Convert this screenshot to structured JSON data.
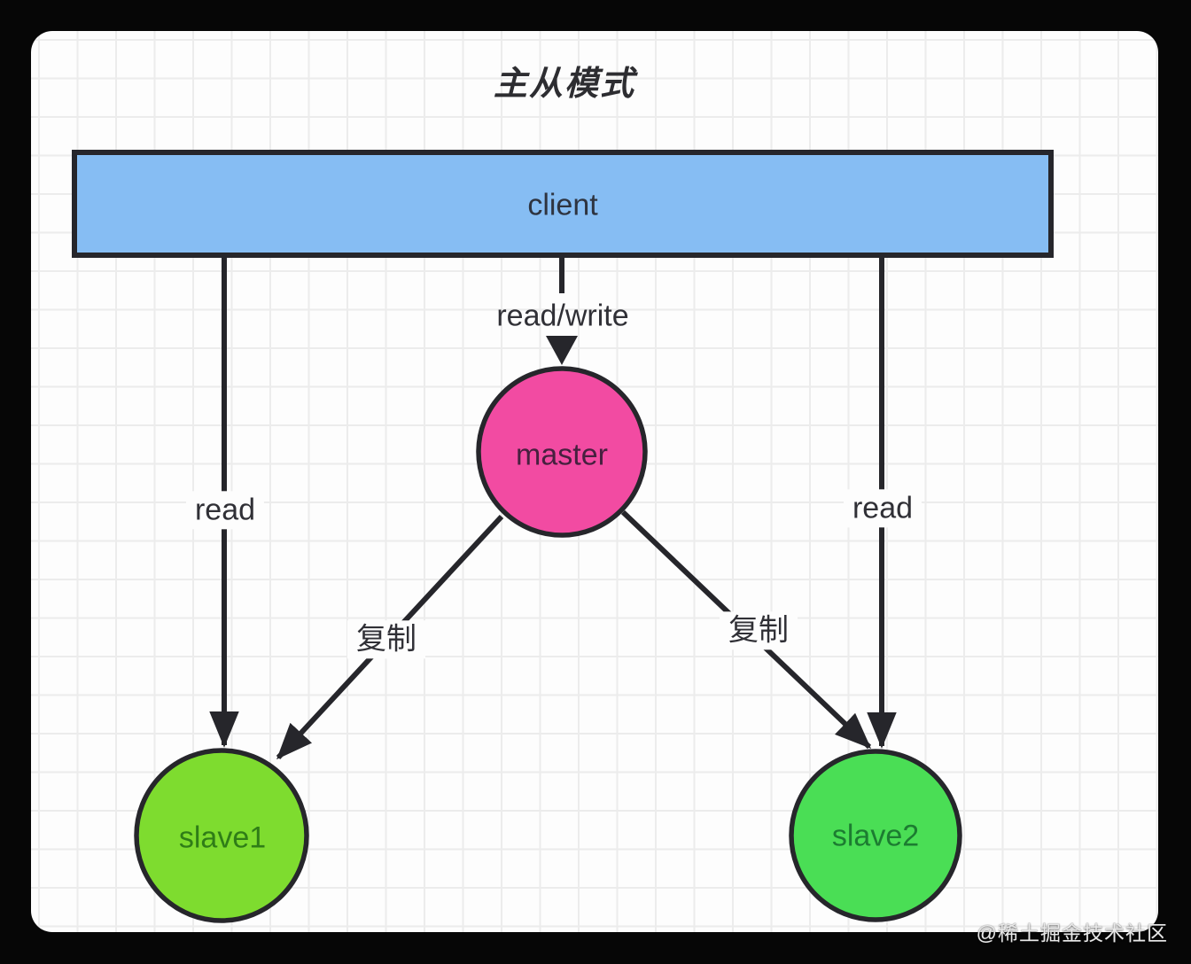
{
  "title": "主从模式",
  "watermark": "@稀土掘金技术社区",
  "nodes": {
    "client": {
      "label": "client"
    },
    "master": {
      "label": "master"
    },
    "slave1": {
      "label": "slave1"
    },
    "slave2": {
      "label": "slave2"
    }
  },
  "edges": {
    "client_master": {
      "label": "read/write"
    },
    "client_slave1": {
      "label": "read"
    },
    "client_slave2": {
      "label": "read"
    },
    "master_slave1": {
      "label": "复制"
    },
    "master_slave2": {
      "label": "复制"
    }
  },
  "colors": {
    "client_fill": "#86bdf3",
    "master_fill": "#f24ba2",
    "slave1_fill": "#7edc2f",
    "slave2_fill": "#4ade55",
    "stroke": "#26262b",
    "client_text": "#2e3440",
    "master_text": "#47203f",
    "slave1_text": "#2f7d17",
    "slave2_text": "#1c7c31",
    "frame": "#060606",
    "panel": "#fdfdfd",
    "grid_line": "#ececec"
  }
}
